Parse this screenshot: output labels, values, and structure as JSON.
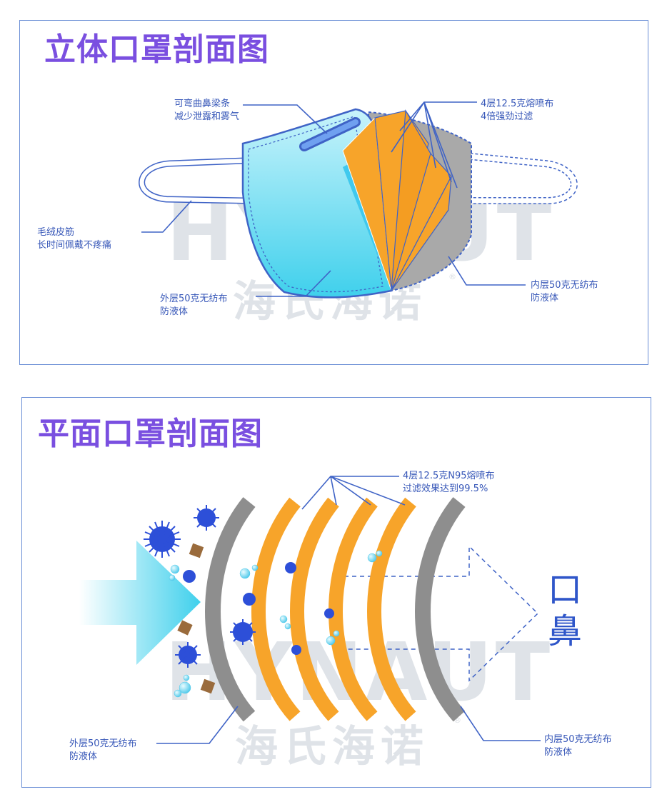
{
  "panel1": {
    "title": "立体口罩剖面图",
    "labels": {
      "nose_bar": [
        "可弯曲鼻梁条",
        "减少泄露和雾气"
      ],
      "melt_blown": [
        "4层12.5克熔喷布",
        "4倍强劲过滤"
      ],
      "ear_loop": [
        "毛绒皮筋",
        "长时间佩戴不疼痛"
      ],
      "inner_layer": [
        "内层50克无纺布",
        "防液体"
      ],
      "outer_layer": [
        "外层50克无纺布",
        "防液体"
      ]
    }
  },
  "panel2": {
    "title": "平面口罩剖面图",
    "labels": {
      "melt_blown": [
        "4层12.5克N95熔喷布",
        "过滤效果达到99.5%"
      ],
      "outer_layer": [
        "外层50克无纺布",
        "防液体"
      ],
      "inner_layer": [
        "内层50克无纺布",
        "防液体"
      ]
    },
    "mouth_nose": [
      "口",
      "鼻"
    ]
  },
  "watermark": {
    "en": "HYNAUT",
    "cn": "海氏海诺",
    "mark": "®"
  },
  "colors": {
    "title": "#7a4fe0",
    "label": "#3757b8",
    "leader": "#3f63c6",
    "outer_cyan": "#5fd9ee",
    "melt_orange": "#f7a42a",
    "inner_gray": "#9a9a9a",
    "particle": "#2d4fd8",
    "watermark": "#dfe3e8"
  }
}
